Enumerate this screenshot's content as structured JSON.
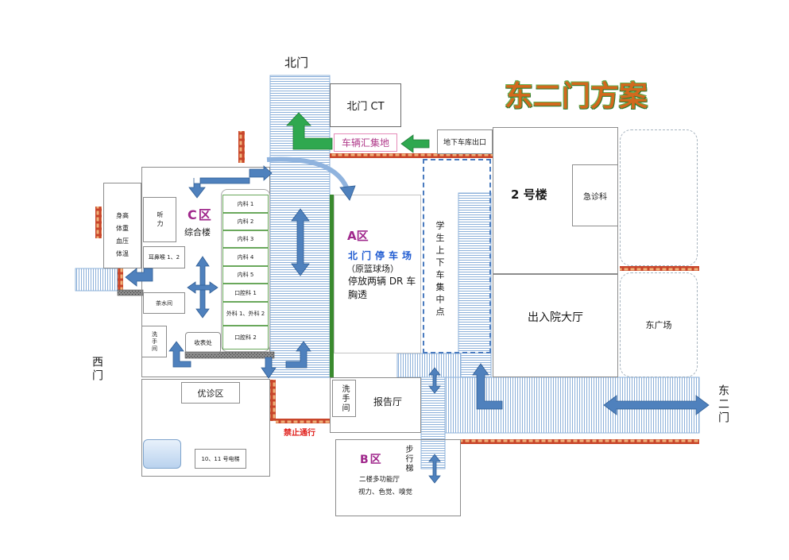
{
  "title": "东二门方案",
  "north_gate": "北门",
  "west_gate": "西门",
  "east_gate_2": "东二门",
  "north_ct": "北门 CT",
  "vehicle_gathering": "车辆汇集地",
  "garage_exit": "地下车库出口",
  "building_2": {
    "name": "2 号楼",
    "emergency": "急诊科",
    "admission_hall": "出入院大厅"
  },
  "east_plaza": "东广场",
  "zone_a": {
    "label": "A区",
    "name": "北门停车场",
    "note": "（原篮球场）",
    "line1": "停放两辆 DR 车",
    "line2": "胸透"
  },
  "student_pickup": "学生上下车集中点",
  "zone_c": {
    "label": "C区",
    "building": "综合楼",
    "vitals": [
      "身高",
      "体重",
      "血压",
      "体温"
    ],
    "hearing": "听力",
    "ent": "耳鼻喉 1、2",
    "tea_room": "茶水间",
    "restroom": "洗手间",
    "form_desk": "收表处",
    "rooms": [
      "内科 1",
      "内科 2",
      "内科 3",
      "内科 4",
      "内科 5",
      "口腔科 1",
      "外科 1、外科 2",
      "口腔科 2"
    ]
  },
  "priority_area": "优诊区",
  "elevator": "10、11 号电梯",
  "no_entry": "禁止通行",
  "report_hall": {
    "name": "报告厅",
    "restroom": "洗手间"
  },
  "zone_b": {
    "label": "B区",
    "stairs": "步行梯",
    "hall": "二楼多功能厅",
    "tests": "视力、色觉、嗅觉"
  },
  "colors": {
    "title": "#d2691e",
    "zone_label": "#a0288c",
    "parking_name": "#1f5bd1",
    "no_entry": "#e0201c",
    "arrow_blue": "#4f81bd",
    "arrow_green": "#2fa84f",
    "pickup_border": "#4a7bbf",
    "road_stripe": "#8db1da",
    "brick": "#c8452a"
  }
}
